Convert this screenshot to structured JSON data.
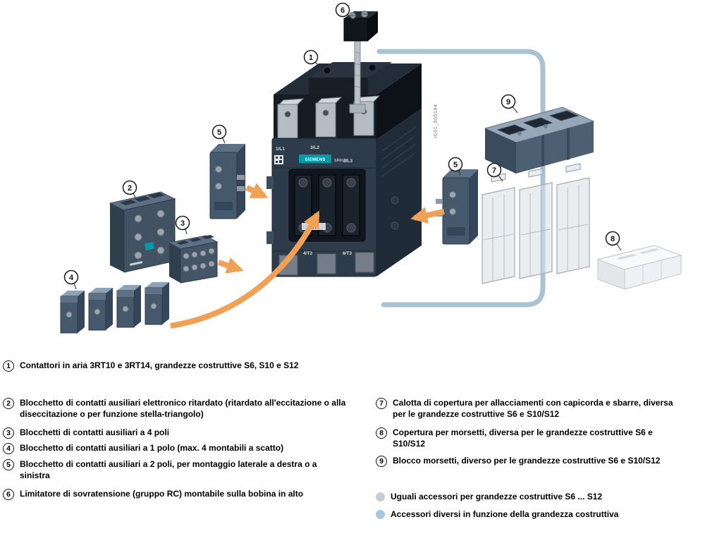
{
  "colors": {
    "arrow_orange": "#f0a155",
    "bracket_blue": "#a9c3d3",
    "body_front": "#2d3b4a",
    "body_side": "#1f2b37",
    "body_top_black": "#151c24",
    "accessory_front": "#46586c",
    "accessory_top": "#5d7085",
    "accessory_side": "#36465a",
    "siemens_teal": "#009aa8",
    "metal": "#b5bcc3",
    "dot_gray": "#c6cdd3",
    "dot_blue": "#a6c8da"
  },
  "diagram": {
    "callouts": {
      "c1": "1",
      "c2": "2",
      "c3": "3",
      "c4": "4",
      "c5": "5",
      "c6": "6",
      "c7": "7",
      "c8": "8",
      "c9": "9"
    },
    "device": {
      "brand": "SIEMENS",
      "series": "SIRIUS",
      "model": "3RT1",
      "terminal_1": "1/L1",
      "terminal_3": "3/L2",
      "terminal_5": "5/L3",
      "terminal_4": "4/T2",
      "terminal_6": "6/T3",
      "image_code": "IC01_005194"
    }
  },
  "legend": {
    "items_left": [
      {
        "num": "1",
        "text": "Contattori in aria 3RT10 e 3RT14, grandezze costruttive S6, S10 e S12"
      },
      {
        "num": "2",
        "text": "Blocchetto di contatti ausiliari elettronico ritardato (ritardato all'eccitazione o alla diseccitazione o per funzione stella-triangolo)"
      },
      {
        "num": "3",
        "text": "Blocchetti di contatti ausiliari a 4 poli"
      },
      {
        "num": "4",
        "text": "Blocchetto di contatti ausiliari a 1 polo (max. 4 montabili a scatto)"
      },
      {
        "num": "5",
        "text": "Blocchetto di contatti ausiliari a 2 poli, per montaggio laterale a destra o a sinistra"
      },
      {
        "num": "6",
        "text": "Limitatore di sovratensione (gruppo RC) montabile sulla bobina in alto"
      }
    ],
    "items_right": [
      {
        "num": "7",
        "text": "Calotta di copertura per allacciamenti con capicorda e sbarre, diversa per le grandezze costruttive S6 e S10/S12"
      },
      {
        "num": "8",
        "text": "Copertura per morsetti, diversa per le grandezze costruttive S6 e S10/S12"
      },
      {
        "num": "9",
        "text": "Blocco morsetti, diverso per le grandezze costruttive S6 e S10/S12"
      }
    ],
    "dot_items": [
      {
        "text": "Uguali accessori per grandezze costruttive S6 ... S12"
      },
      {
        "text": "Accessori diversi in funzione della grandezza costruttiva"
      }
    ]
  }
}
